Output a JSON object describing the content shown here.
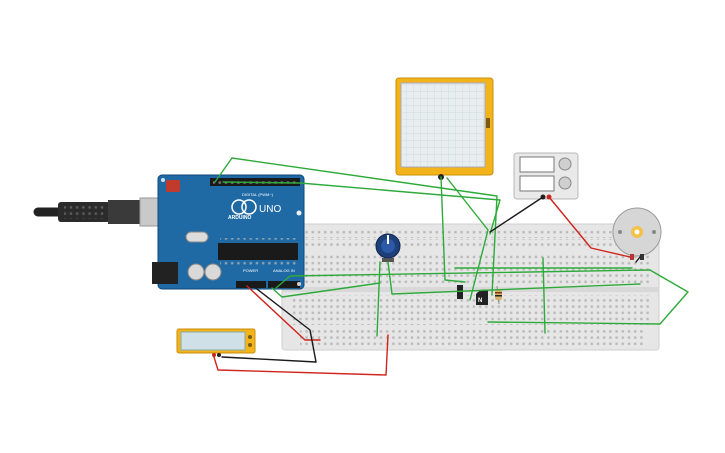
{
  "arduino": {
    "logo_text": "ARDUINO",
    "model": "UNO",
    "digital_label": "DIGITAL (PWM~)",
    "power_label": "POWER",
    "analog_label": "ANALOG IN"
  },
  "transistor": {
    "label": "N"
  },
  "colors": {
    "board_blue": "#1f6aa5",
    "breadboard": "#e8e8e8",
    "wire_green": "#2eaa3a",
    "wire_red": "#d0241c",
    "wire_black": "#1a1a1a",
    "sensor_orange": "#f2b31b"
  }
}
